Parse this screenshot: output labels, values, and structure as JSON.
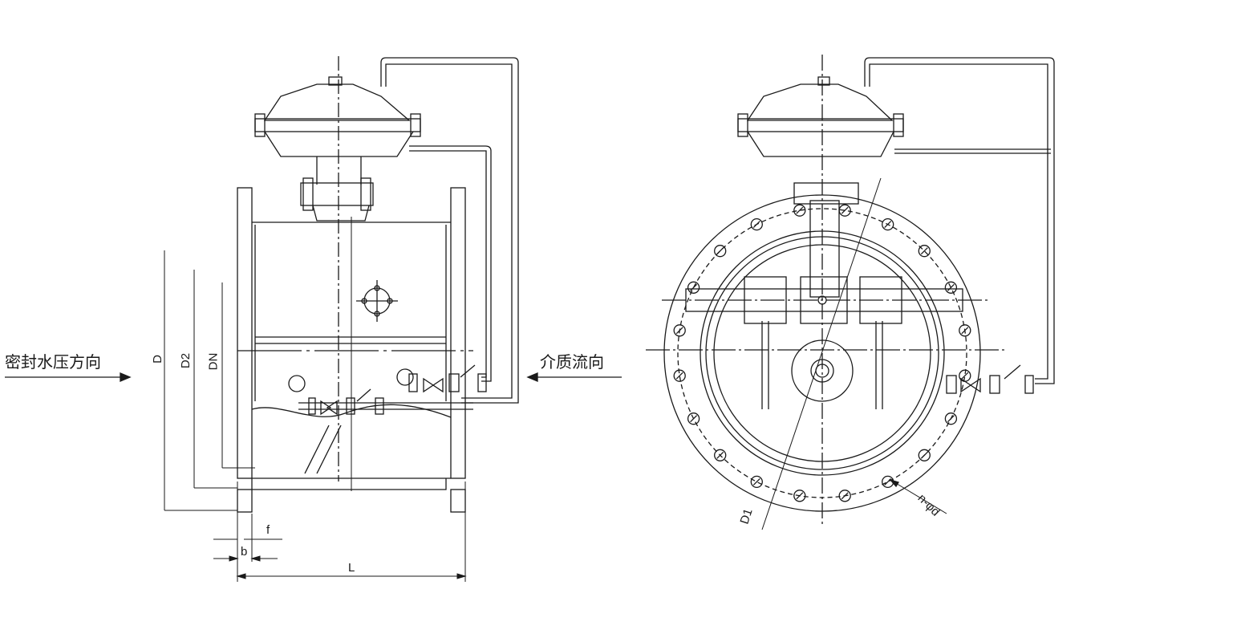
{
  "labels": {
    "seal_pressure_direction": "密封水压方向",
    "medium_flow_direction": "介质流向",
    "dim_D": "D",
    "dim_D2": "D2",
    "dim_DN": "DN",
    "dim_f": "f",
    "dim_b": "b",
    "dim_L": "L",
    "dim_D1": "D1",
    "dim_n_phi_d": "n-φd"
  },
  "colors": {
    "line": "#1a1a1a",
    "background": "#ffffff"
  }
}
